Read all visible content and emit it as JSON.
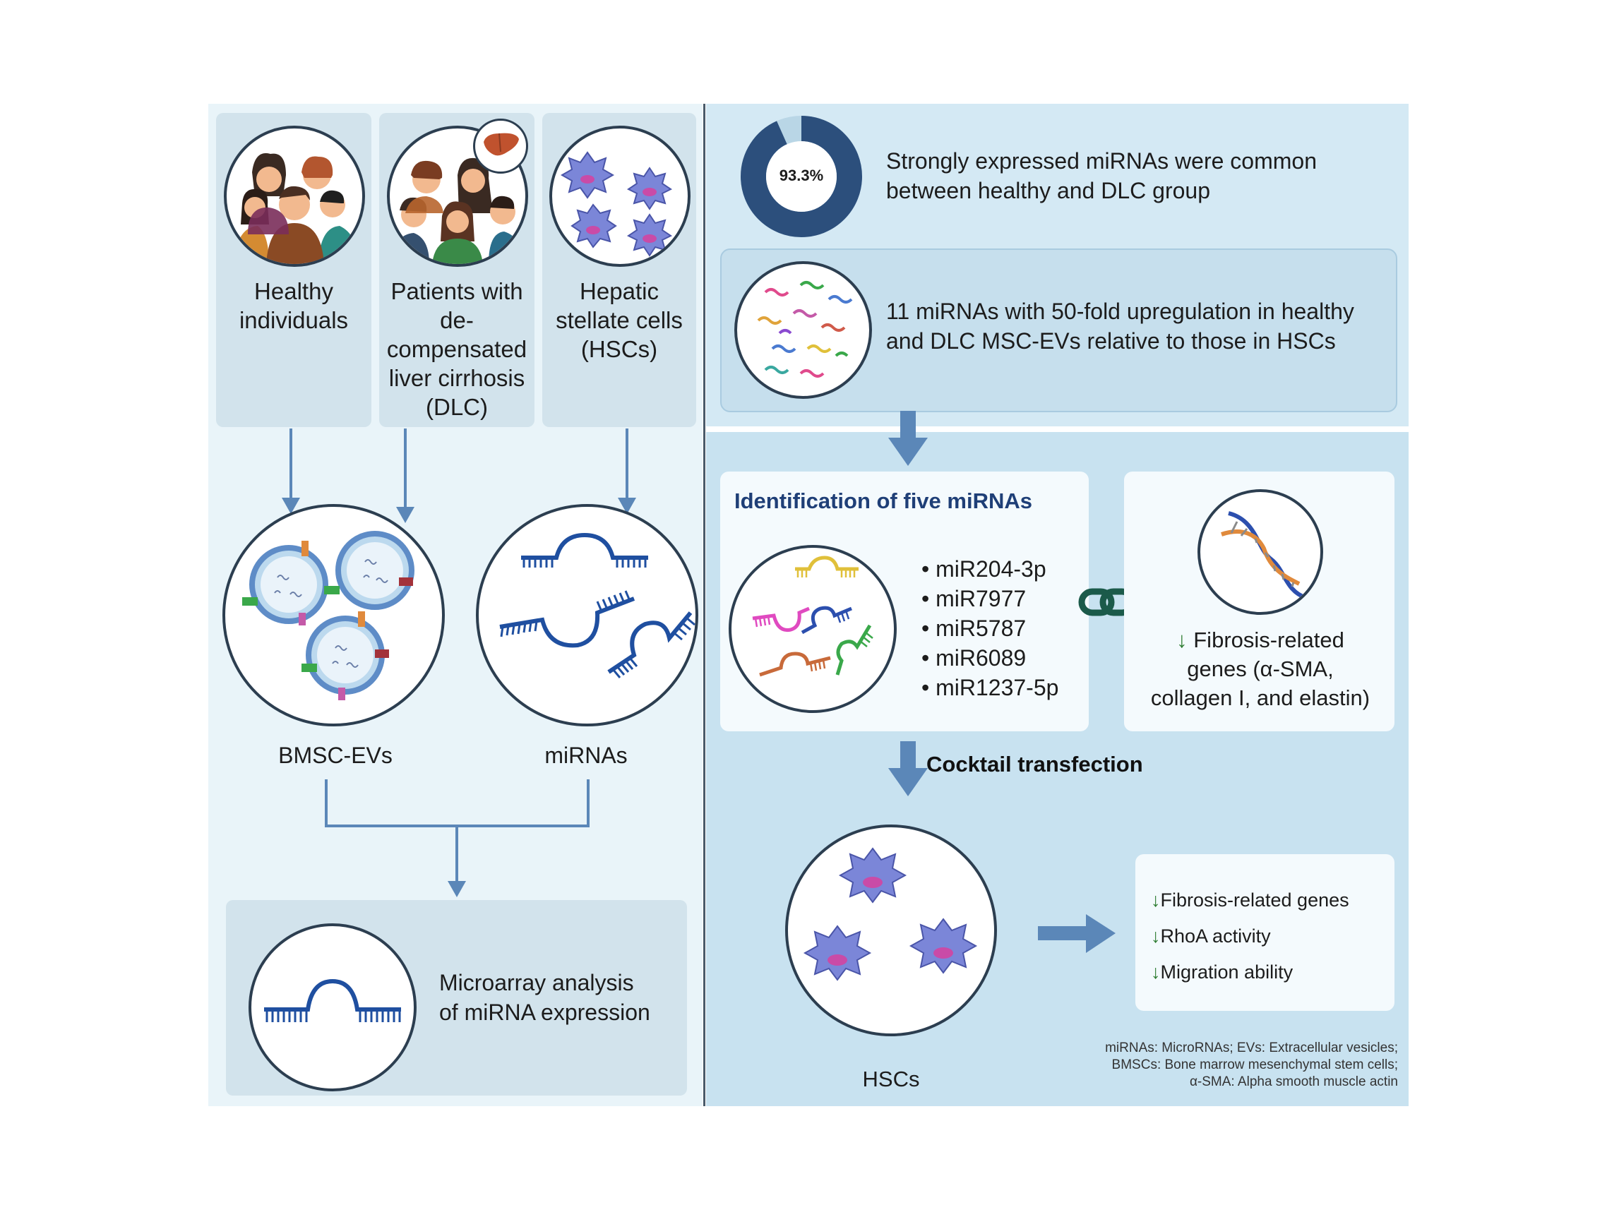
{
  "left": {
    "columns": [
      {
        "label": "Healthy individuals"
      },
      {
        "label": "Patients with de-compensated liver cirrhosis (DLC)"
      },
      {
        "label": "Hepatic stellate cells (HSCs)"
      }
    ],
    "bmsc_label": "BMSC-EVs",
    "mirna_label": "miRNAs",
    "microarray_line1": "Microarray analysis",
    "microarray_line2": "of miRNA expression"
  },
  "right": {
    "donut_value": "93.3%",
    "donut_fraction": 0.933,
    "common_line1": "Strongly expressed miRNAs were common",
    "common_line2": "between healthy and DLC group",
    "upreg_line1": "11 miRNAs with 50-fold upregulation in healthy",
    "upreg_line2": "and DLC MSC-EVs relative to those in HSCs",
    "identification_title": "Identification of five miRNAs",
    "mirna_list": [
      "• miR204-3p",
      "• miR7977",
      "• miR5787",
      "• miR6089",
      "• miR1237-5p"
    ],
    "fibrosis_line1": "Fibrosis-related",
    "fibrosis_line2": "genes (α-SMA,",
    "fibrosis_line3": "collagen I, and elastin)",
    "cocktail_label": "Cocktail transfection",
    "hsc_label": "HSCs",
    "effects": [
      "Fibrosis-related genes",
      "RhoA activity",
      "Migration ability"
    ],
    "abbrev_line1": "miRNAs: MicroRNAs; EVs: Extracellular vesicles;",
    "abbrev_line2": "BMSCs: Bone marrow mesenchymal stem cells;",
    "abbrev_line3": "α-SMA: Alpha smooth muscle actin"
  },
  "colors": {
    "panel_left": "#e9f4f9",
    "panel_right": "#c8e2f0",
    "arrow": "#5b87b8",
    "title_blue": "#1f3f77",
    "down_arrow": "#2e7d32",
    "cell_purple": "#6a6fd0"
  },
  "icons": [
    "people-icon",
    "liver-icon",
    "stellate-cell-icon",
    "extracellular-vesicle-icon",
    "mirna-hairpin-icon",
    "donut-chart-icon",
    "rna-strands-icon",
    "dna-helix-icon",
    "link-icon",
    "down-arrow-icon"
  ]
}
